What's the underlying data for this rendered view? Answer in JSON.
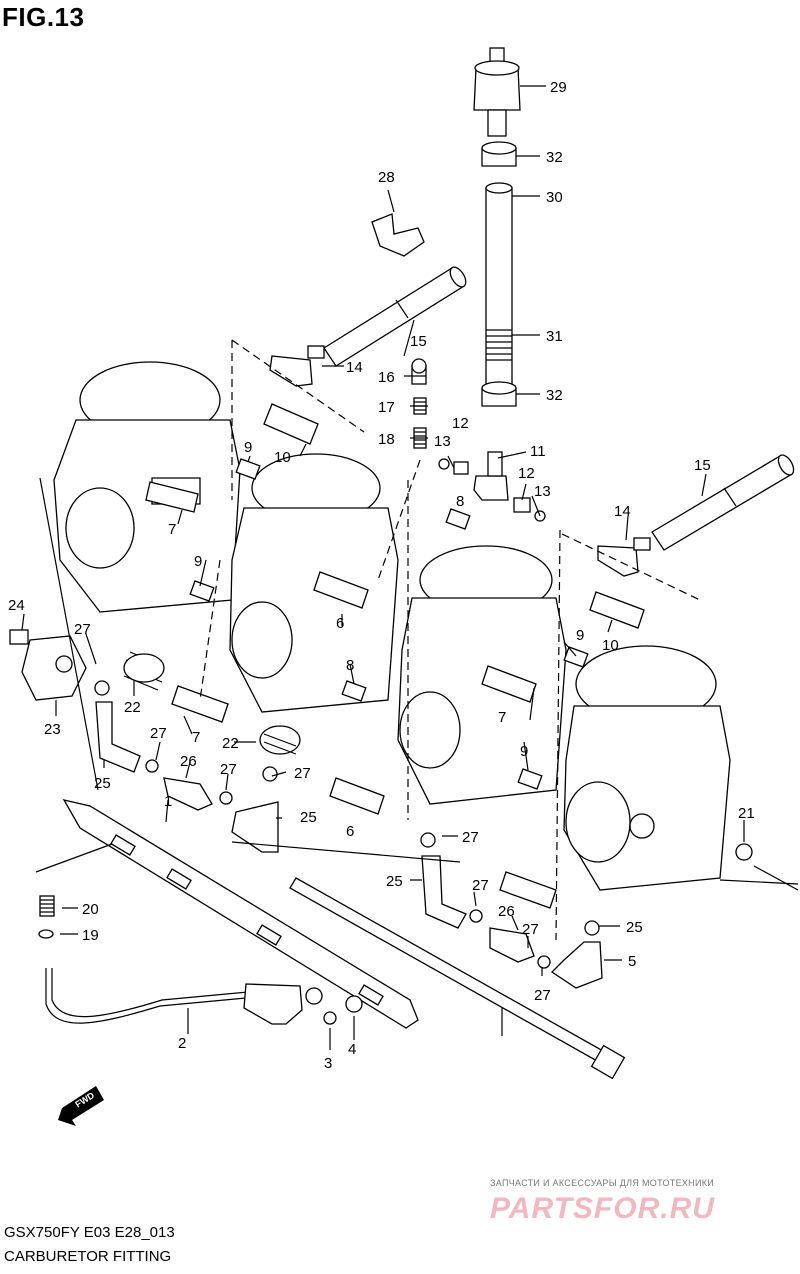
{
  "figure": {
    "title": "FIG.13",
    "model_code": "GSX750FY E03 E28_013",
    "caption": "CARBURETOR FITTING",
    "direction_arrow": "FWD"
  },
  "watermark": {
    "tagline": "ЗАПЧАСТИ И АКСЕССУАРЫ ДЛЯ МОТОТЕХНИКИ",
    "brand": "PARTSFOR.RU",
    "brand_color": "#f1b9bf"
  },
  "callouts": [
    "29",
    "32",
    "30",
    "31",
    "32",
    "28",
    "15",
    "14",
    "16",
    "17",
    "18",
    "12",
    "13",
    "11",
    "12",
    "13",
    "15",
    "14",
    "9",
    "10",
    "9",
    "10",
    "8",
    "8",
    "7",
    "7",
    "7",
    "6",
    "6",
    "9",
    "9",
    "24",
    "27",
    "23",
    "22",
    "22",
    "27",
    "26",
    "27",
    "25",
    "1",
    "27",
    "25",
    "27",
    "25",
    "27",
    "26",
    "27",
    "27",
    "25",
    "5",
    "21",
    "20",
    "19",
    "2",
    "3",
    "4"
  ]
}
